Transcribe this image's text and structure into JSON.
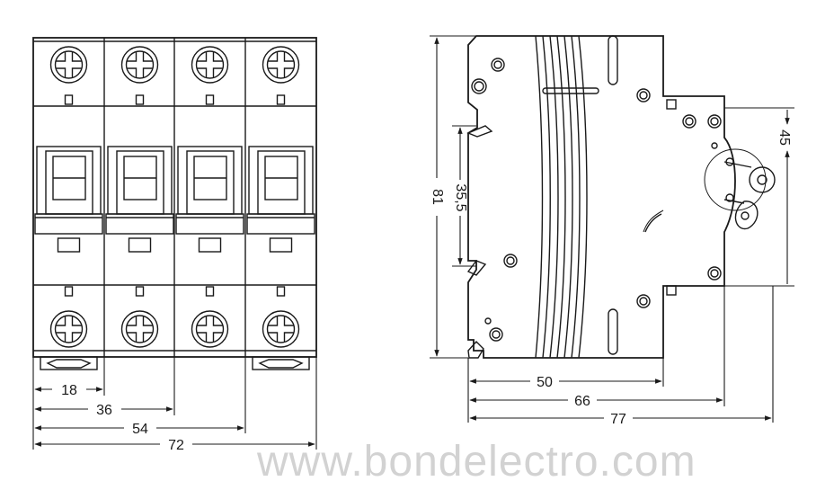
{
  "front_view": {
    "dimensions": [
      "18",
      "36",
      "54",
      "72"
    ]
  },
  "side_view": {
    "height_label": "81",
    "din_rail_label": "35,5",
    "terminal_label": "45",
    "width_labels": [
      "50",
      "66",
      "77"
    ]
  },
  "watermark": "www.bondelectro.com",
  "colors": {
    "line": "#1a1a1a",
    "watermark": "#d2d2d2",
    "background": "#ffffff"
  }
}
